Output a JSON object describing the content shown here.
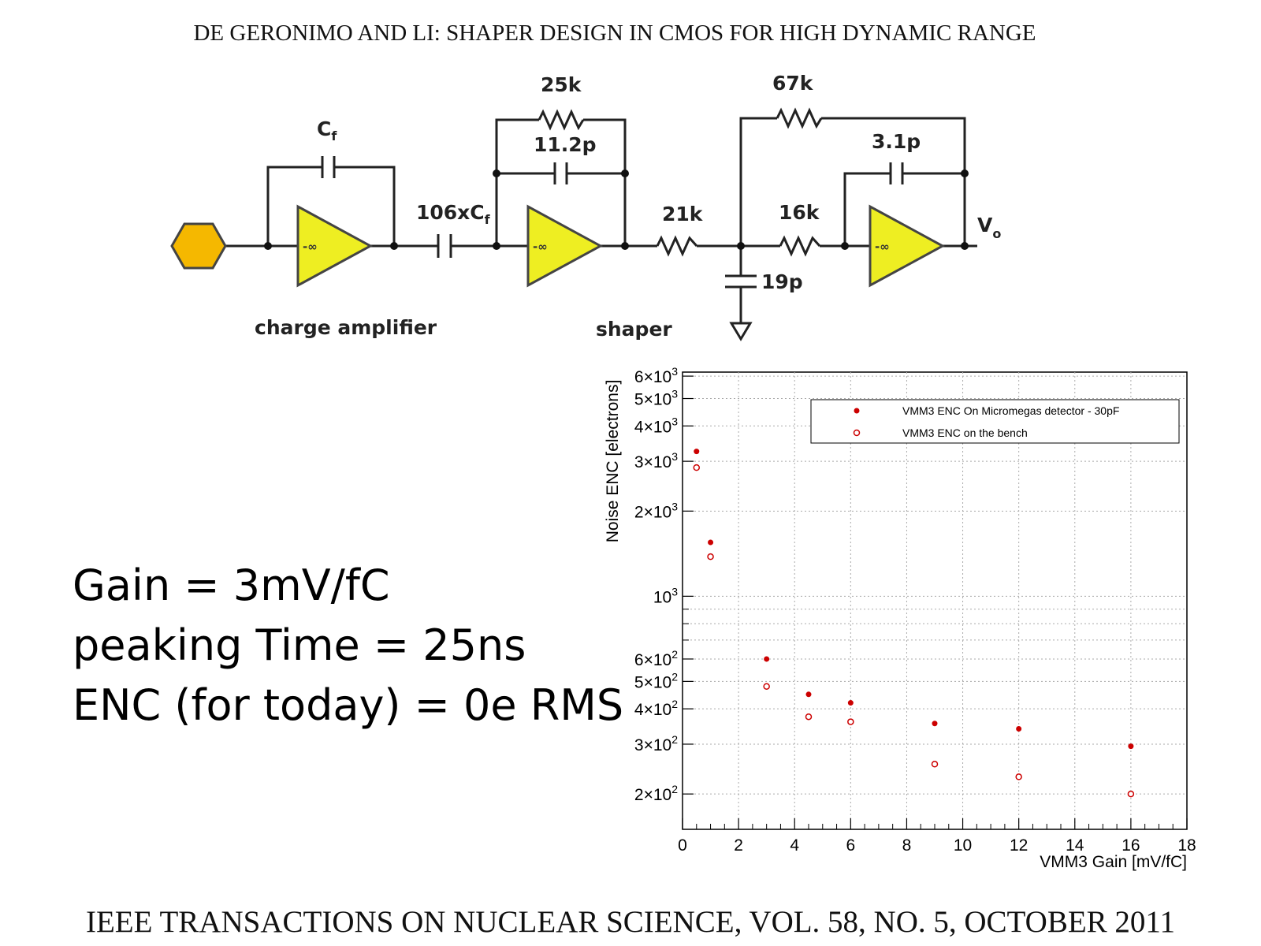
{
  "header": "DE GERONIMO AND LI: SHAPER DESIGN IN CMOS FOR HIGH DYNAMIC RANGE",
  "footer": "IEEE TRANSACTIONS ON NUCLEAR SCIENCE, VOL. 58, NO. 5, OCTOBER 2011",
  "circuit": {
    "cf_label": "C",
    "cf_sub": "f",
    "coupling_cap": "106xC",
    "coupling_sub": "f",
    "r1": "25k",
    "c1": "11.2p",
    "r_series": "21k",
    "r2": "67k",
    "r3": "16k",
    "c2": "3.1p",
    "c_gnd": "19p",
    "out_label": "V",
    "out_sub": "o",
    "amp_symbol": "-∞",
    "label_charge_amp": "charge amplifier",
    "label_shaper": "shaper"
  },
  "notes": [
    "Gain = 3mV/fC",
    "peaking Time = 25ns",
    "ENC (for today) = 0e RMS"
  ],
  "chart_data": {
    "type": "scatter",
    "xlabel": "VMM3 Gain [mV/fC]",
    "ylabel": "Noise ENC [electrons]",
    "xlim": [
      0,
      18
    ],
    "ylim": [
      150,
      6200
    ],
    "yscale": "log",
    "grid": true,
    "legend_position": "top-right",
    "x_ticks": [
      "0",
      "2",
      "4",
      "6",
      "8",
      "10",
      "12",
      "14",
      "16",
      "18"
    ],
    "y_ticks": [
      {
        "value": 200,
        "mant": "2×10",
        "exp": "2"
      },
      {
        "value": 300,
        "mant": "3×10",
        "exp": "2"
      },
      {
        "value": 400,
        "mant": "4×10",
        "exp": "2"
      },
      {
        "value": 500,
        "mant": "5×10",
        "exp": "2"
      },
      {
        "value": 600,
        "mant": "6×10",
        "exp": "2"
      },
      {
        "value": 1000,
        "mant": "10",
        "exp": "3"
      },
      {
        "value": 2000,
        "mant": "2×10",
        "exp": "3"
      },
      {
        "value": 3000,
        "mant": "3×10",
        "exp": "3"
      },
      {
        "value": 4000,
        "mant": "4×10",
        "exp": "3"
      },
      {
        "value": 5000,
        "mant": "5×10",
        "exp": "3"
      },
      {
        "value": 6000,
        "mant": "6×10",
        "exp": "3"
      }
    ],
    "series": [
      {
        "name": "VMM3 ENC On Micromegas detector - 30pF",
        "marker": "filled",
        "color": "#cc0000",
        "x": [
          0.5,
          1,
          3,
          4.5,
          6,
          9,
          12,
          16
        ],
        "y": [
          3250,
          1550,
          600,
          450,
          420,
          355,
          340,
          295
        ]
      },
      {
        "name": "VMM3 ENC on the bench",
        "marker": "open",
        "color": "#cc0000",
        "x": [
          0.5,
          1,
          3,
          4.5,
          6,
          9,
          12,
          16
        ],
        "y": [
          2850,
          1380,
          480,
          375,
          360,
          255,
          230,
          200
        ]
      }
    ]
  }
}
